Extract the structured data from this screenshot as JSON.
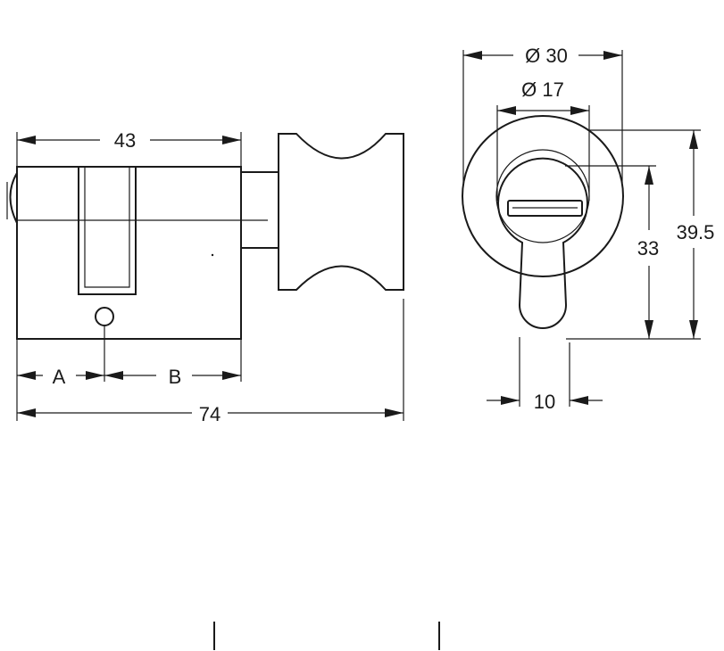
{
  "labels": {
    "side_width": "43",
    "dim_a": "A",
    "dim_b": "B",
    "overall_length": "74",
    "outer_diameter": "Ø 30",
    "inner_diameter": "Ø 17",
    "height_small": "33",
    "height_large": "39.5",
    "cam_width": "10"
  }
}
